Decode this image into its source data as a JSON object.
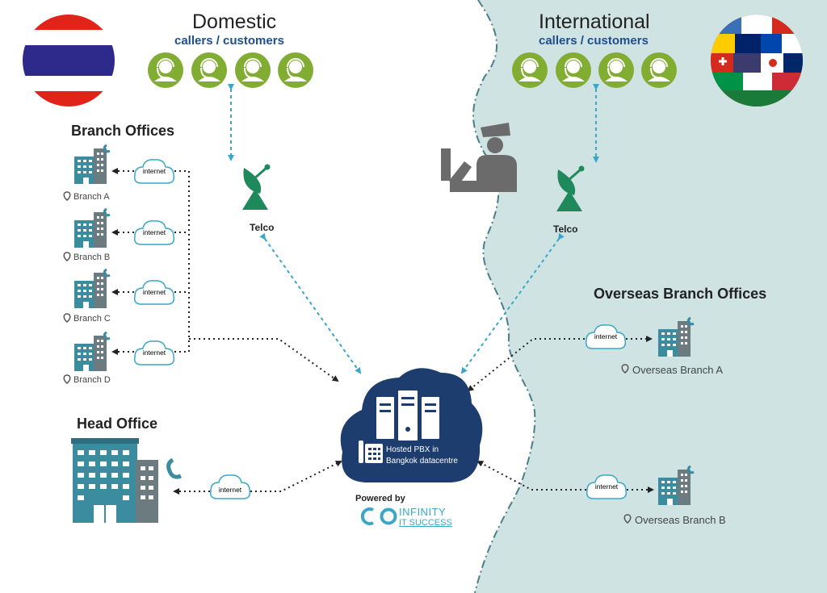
{
  "domestic": {
    "title": "Domestic",
    "subtitle": "callers / customers",
    "telco_label": "Telco"
  },
  "international": {
    "title": "International",
    "subtitle": "callers / customers",
    "telco_label": "Telco"
  },
  "branch_offices": {
    "title": "Branch Offices",
    "items": [
      {
        "label": "Branch A",
        "cloud_label": "internet"
      },
      {
        "label": "Branch B",
        "cloud_label": "internet"
      },
      {
        "label": "Branch C",
        "cloud_label": "internet"
      },
      {
        "label": "Branch D",
        "cloud_label": "internet"
      }
    ]
  },
  "head_office": {
    "title": "Head Office",
    "cloud_label": "internet"
  },
  "overseas": {
    "title": "Overseas Branch Offices",
    "items": [
      {
        "label": "Overseas Branch A",
        "cloud_label": "internet"
      },
      {
        "label": "Overseas Branch B",
        "cloud_label": "internet"
      }
    ]
  },
  "pbx": {
    "line1": "Hosted PBX in",
    "line2": "Bangkok datacentre"
  },
  "powered": {
    "label": "Powered by",
    "brand_line1": "INFINITY",
    "brand_line2": "IT SUCCESS"
  },
  "colors": {
    "sea": "#cfe3e2",
    "coast": "#5a8e96",
    "caller_green": "#82ad33",
    "telco_green": "#1e8a5c",
    "pbx_navy": "#1c3d6e",
    "building_teal": "#3c8ca0",
    "link_blue": "#3aa7c9",
    "link_dark": "#222222",
    "heading_blue": "#1f4e8c"
  }
}
